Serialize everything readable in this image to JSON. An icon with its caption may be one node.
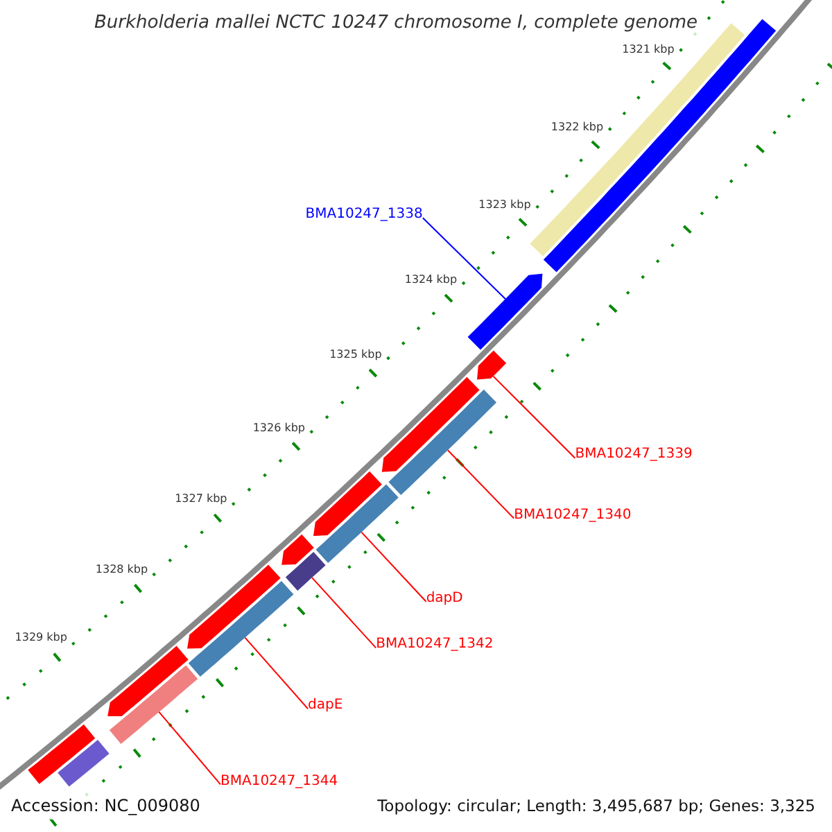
{
  "diagram": {
    "title": "Burkholderia mallei NCTC 10247 chromosome I, complete genome",
    "nodes": [
      {
        "text": [
          "BMA10247_1338"
        ]
      },
      {
        "text": [],
        "shape": "bar"
      },
      {
        "text": [
          "BMA10247_1339"
        ]
      },
      {
        "text": [],
        "shape": "bar"
      },
      {
        "text": [
          "BMA10247_1340"
        ]
      },
      {
        "text": [],
        "shape": "bar"
      },
      {
        "text": [
          "dapD"
        ]
      },
      {
        "text": [],
        "shape": "bar"
      },
      {
        "text": [
          "BMA10247_1342"
        ]
      },
      {
        "text": [],
        "shape": "bar"
      },
      {
        "text": [
          "dapE"
        ]
      },
      {
        "text": [],
        "shape": "bar"
      },
      {
        "text": [
          "BMA10247_1344"
        ]
      },
      {
        "text": [],
        "shape": "bar"
      },
      {
        "text": [],
        "shape": "bar"
      },
      {
        "text": [],
        "shape": "bar"
      },
      {
        "text": [],
        "shape": "bar"
      },
      {
        "text": [],
        "shape": "bar"
      },
      {
        "text": [],
        "shape": "bar"
      },
      {
        "text": [],
        "shape": "bar"
      },
      {
        "text": [],
        "shape": "bar"
      },
      {
        "text": [],
        "shape": "bar"
      },
      {
        "text": [],
        "shape": "bar"
      }
    ],
    "edges": [
      {
        "from": 0,
        "to": 1,
        "arrow": "none",
        "color": "#0000ff"
      },
      {
        "from": 2,
        "to": 3,
        "arrow": "none"
      },
      {
        "from": 4,
        "to": 5,
        "arrow": "none"
      },
      {
        "from": 6,
        "to": 7,
        "arrow": "none"
      },
      {
        "from": 8,
        "to": 9,
        "arrow": "none"
      },
      {
        "from": 10,
        "to": 11,
        "arrow": "none"
      },
      {
        "from": 12,
        "to": 13,
        "arrow": "none"
      }
    ],
    "labels": [
      "1321 kbp",
      "1322 kbp",
      "1323 kbp",
      "1324 kbp",
      "1325 kbp",
      "1326 kbp",
      "1327 kbp",
      "1328 kbp",
      "1329 kbp",
      "Accession: NC_009080",
      "Topology: circular; Length: 3,495,687 bp; Genes: 3,325"
    ]
  }
}
